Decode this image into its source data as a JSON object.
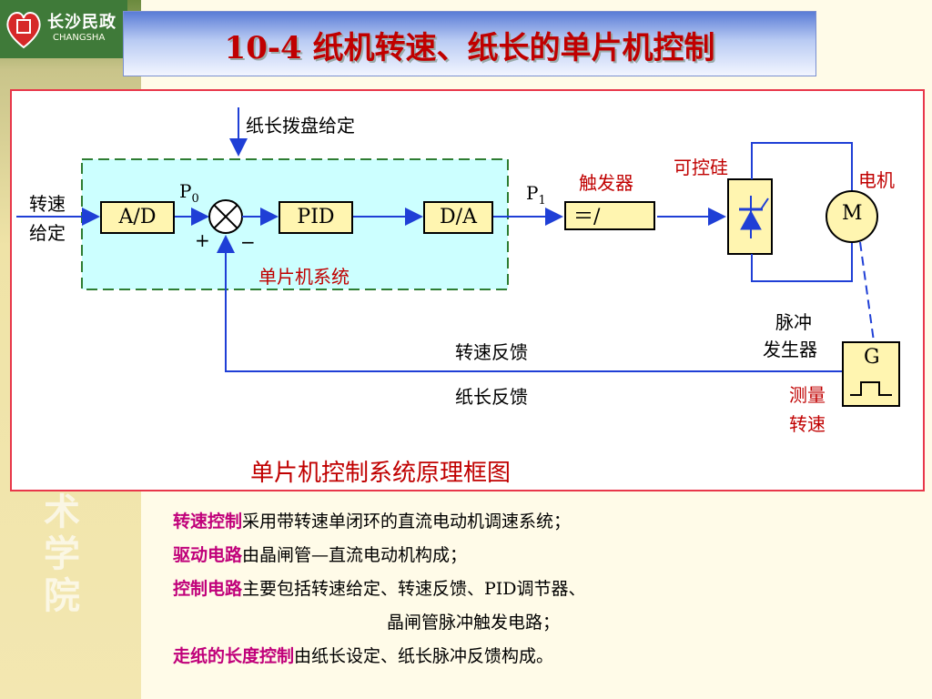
{
  "header": {
    "logo_text": "长沙民政",
    "logo_subtext": "CHANGSHA",
    "side_watermark": "术学院",
    "title": "10-4 纸机转速、纸长的单片机控制"
  },
  "diagram": {
    "paper_length_dial": "纸长拨盘给定",
    "speed_setpoint_line1": "转速",
    "speed_setpoint_line2": "给定",
    "ad_block": "A/D",
    "p0_label": "P",
    "p0_sub": "0",
    "plus_sign": "+",
    "minus_sign": "−",
    "pid_block": "PID",
    "da_block": "D/A",
    "mcu_system": "单片机系统",
    "p1_label": "P",
    "p1_sub": "1",
    "trigger": "触发器",
    "trigger_block": "＝/",
    "scr": "可控硅",
    "motor": "电机",
    "motor_symbol": "M",
    "pulse_gen_line1": "脉冲",
    "pulse_gen_line2": "发生器",
    "gen_symbol": "G",
    "measure_line1": "测量",
    "measure_line2": "转速",
    "speed_feedback": "转速反馈",
    "length_feedback": "纸长反馈",
    "caption": "单片机控制系统原理框图"
  },
  "notes": [
    {
      "key": "转速控制",
      "text": "采用带转速单闭环的直流电动机调速系统；"
    },
    {
      "key": "驱动电路",
      "text": "由晶闸管—直流电动机构成；"
    },
    {
      "key": "控制电路",
      "text": "主要包括转速给定、转速反馈、PID调节器、",
      "cont": "晶闸管脉冲触发电路；"
    },
    {
      "key": "走纸的长度控制",
      "text": "由纸长设定、纸长脉冲反馈构成。"
    }
  ],
  "colors": {
    "title": "#c00000",
    "frame": "#e8374a",
    "mcu_fill": "#ccffff",
    "block_fill": "#fff5b0",
    "arrow": "#1f3fd6",
    "highlight": "#c0007a"
  }
}
